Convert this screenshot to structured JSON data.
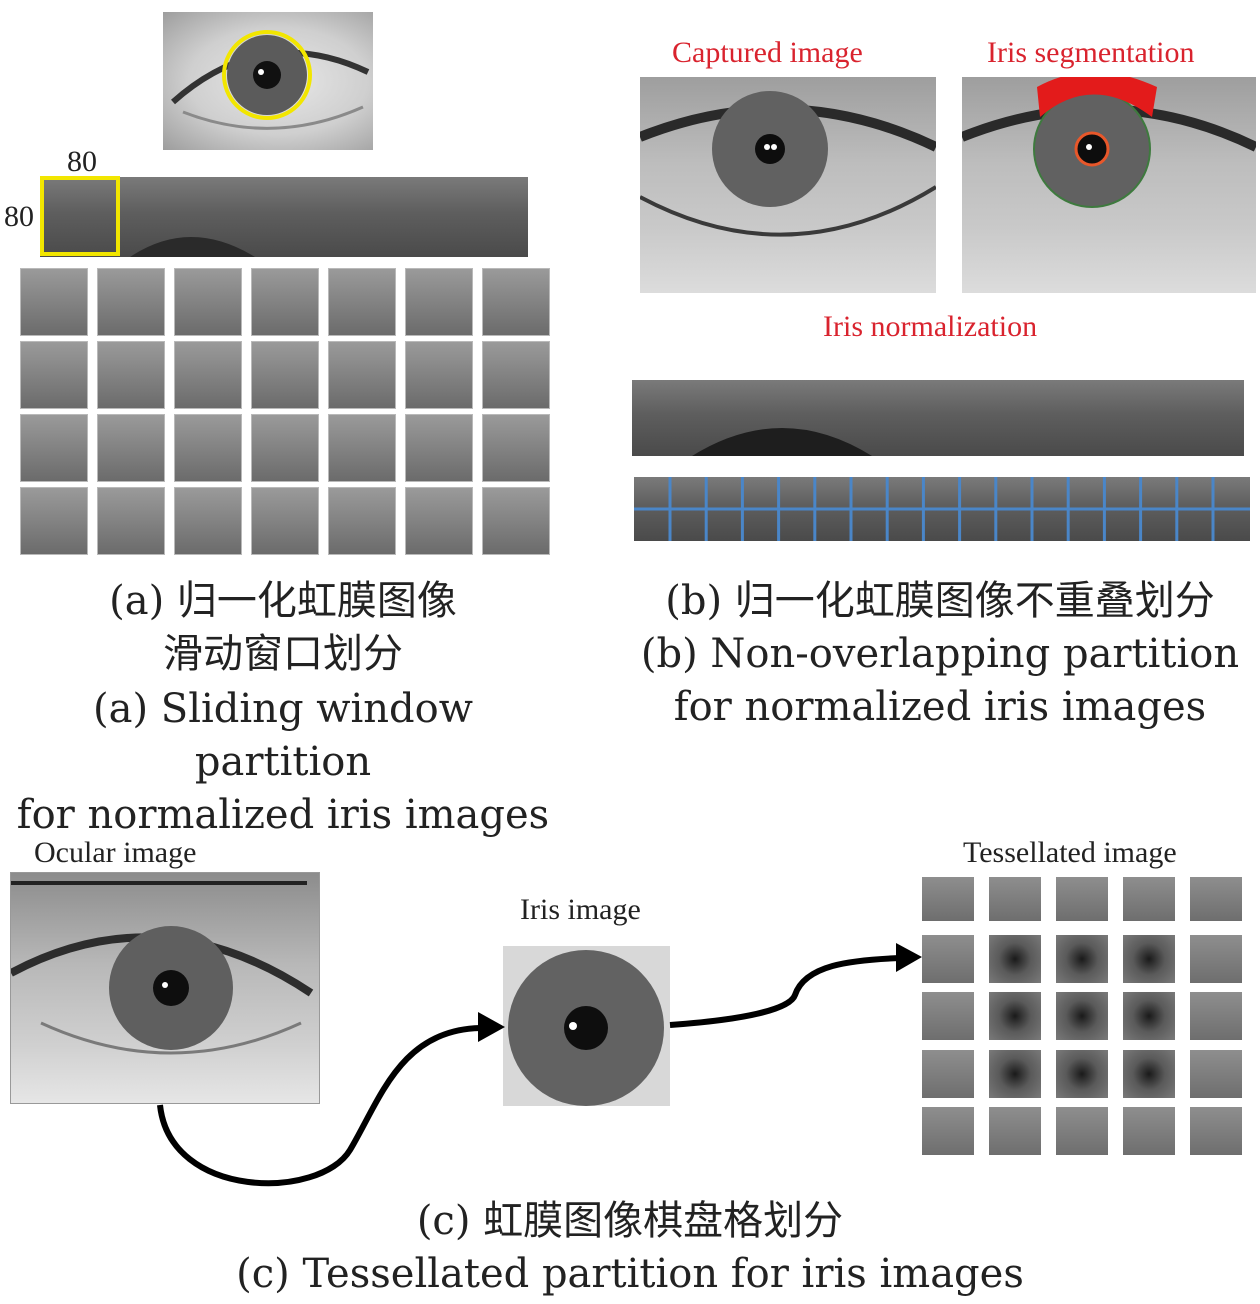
{
  "panel_a": {
    "size_label_top": "80",
    "size_label_left": "80",
    "caption_cn_line1": "(a) 归一化虹膜图像",
    "caption_cn_line2": "滑动窗口划分",
    "caption_en_line1": "(a) Sliding window partition",
    "caption_en_line2": "for normalized iris images",
    "grid_rows": 4,
    "grid_cols": 7,
    "window_color": "#f2e600"
  },
  "panel_b": {
    "label_captured": "Captured image",
    "label_segmentation": "Iris segmentation",
    "label_normalization": "Iris normalization",
    "caption_cn": "(b) 归一化虹膜图像不重叠划分",
    "caption_en_line1": "(b) Non-overlapping partition",
    "caption_en_line2": "for normalized iris images",
    "label_color": "#d9232e",
    "grid_line_color": "#4a86c8"
  },
  "panel_c": {
    "label_ocular": "Ocular image",
    "label_iris": "Iris image",
    "label_tessellated": "Tessellated image",
    "caption_cn": "(c) 虹膜图像棋盘格划分",
    "caption_en": "(c) Tessellated partition for iris images",
    "grid_rows": 5,
    "grid_cols": 5
  }
}
